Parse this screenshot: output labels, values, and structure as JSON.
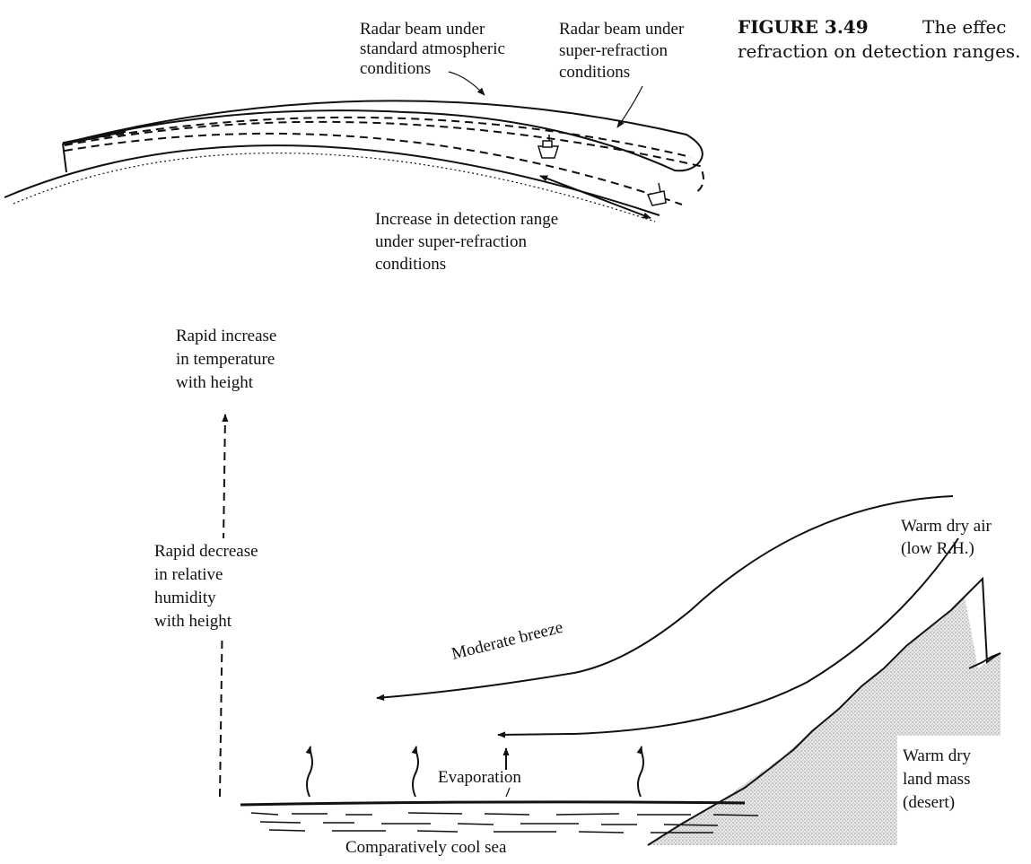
{
  "caption": {
    "figure_number": "FIGURE 3.49",
    "line1_rest": "The effec",
    "line2": "refraction on detection ranges."
  },
  "top_diagram": {
    "label_standard": [
      "Radar beam under",
      "standard atmospheric",
      "conditions"
    ],
    "label_super": [
      "Radar beam under",
      "super-refraction",
      "conditions"
    ],
    "label_increase": [
      "Increase in detection range",
      "under super-refraction",
      "conditions"
    ]
  },
  "bottom_diagram": {
    "temp_label": [
      "Rapid increase",
      "in temperature",
      "with height"
    ],
    "humidity_label": [
      "Rapid decrease",
      "in relative",
      "humidity",
      "with height"
    ],
    "warm_air_label": [
      "Warm dry air",
      "(low R.H.)"
    ],
    "breeze_label": "Moderate breeze",
    "evaporation_label": "Evaporation",
    "sea_label": "Comparatively cool sea",
    "land_label": [
      "Warm dry",
      "land mass",
      "(desert)"
    ]
  }
}
